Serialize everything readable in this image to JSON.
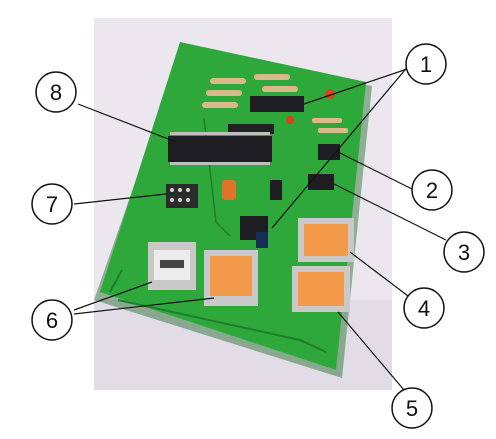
{
  "figure": {
    "kind": "photo-with-numbered-callouts",
    "colors": {
      "background": "#ffffff",
      "cloth": "#ece7ef",
      "pcb": "#2ea83a",
      "pcb_dark": "#1f7e2a",
      "chip": "#1e1e22",
      "usb_orange": "#f39a4a",
      "usb_metal": "#c9c9c9",
      "callout_circle_fill": "#ffffff",
      "callout_stroke": "#111111"
    },
    "callouts": [
      {
        "id": "1",
        "label": "1"
      },
      {
        "id": "2",
        "label": "2"
      },
      {
        "id": "3",
        "label": "3"
      },
      {
        "id": "4",
        "label": "4"
      },
      {
        "id": "5",
        "label": "5"
      },
      {
        "id": "6",
        "label": "6"
      },
      {
        "id": "7",
        "label": "7"
      },
      {
        "id": "8",
        "label": "8"
      }
    ]
  }
}
